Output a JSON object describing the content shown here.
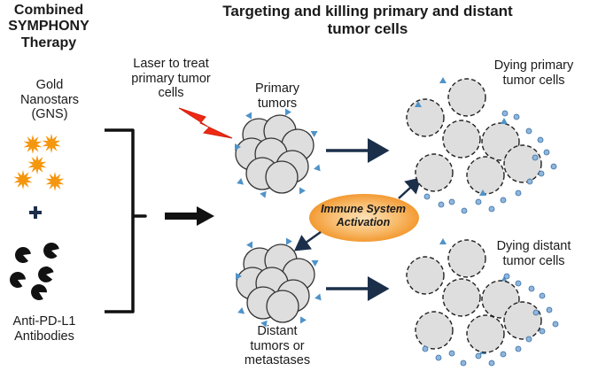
{
  "left_title": "Combined\nSYMPHONY\nTherapy",
  "main_title": "Targeting and killing primary and distant\ntumor cells",
  "gns_label": "Gold\nNanostars\n(GNS)",
  "plus_sign": "+",
  "antibody_label": "Anti-PD-L1\nAntibodies",
  "laser_label": "Laser to treat\nprimary tumor\ncells",
  "primary_label": "Primary\ntumors",
  "distant_label": "Distant\ntumors or\nmetastases",
  "immune_label": "Immune System\nActivation",
  "dying_primary_label": "Dying primary\ntumor cells",
  "dying_distant_label": "Dying distant\ntumor cells",
  "colors": {
    "nanostar": "#f5960f",
    "laser": "#ee2a16",
    "cell_fill": "#dedede",
    "receptor": "#4f93c9",
    "debris": "#8fb6dd",
    "arrow": "#1b2f4a",
    "immune_glow": "#f39a32"
  },
  "icons": [
    "gold-nanostar-icon",
    "pac-antibody-icon",
    "laser-bolt-icon",
    "tumor-cluster-icon",
    "dying-cell-icon"
  ]
}
